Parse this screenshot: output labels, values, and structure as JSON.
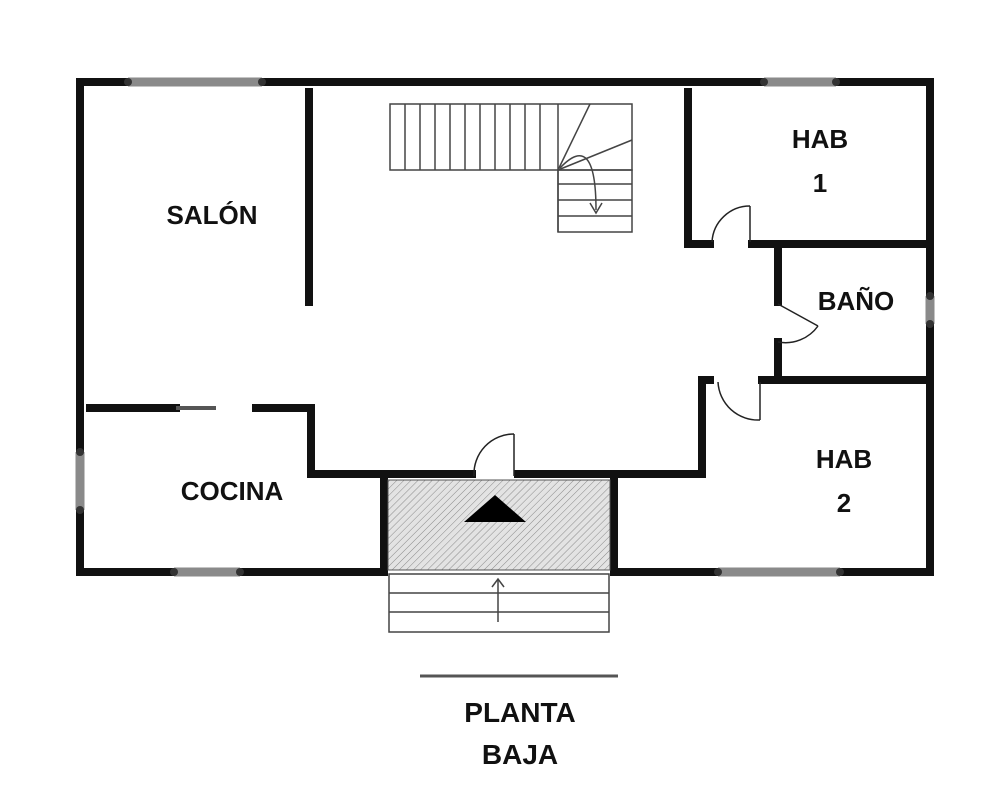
{
  "rooms": {
    "salon": "SALÓN",
    "hab1": [
      "HAB",
      "1"
    ],
    "bano": "BAÑO",
    "cocina": "COCINA",
    "hab2": [
      "HAB",
      "2"
    ]
  },
  "caption": [
    "PLANTA",
    "BAJA"
  ],
  "colors": {
    "wall": "#111111",
    "window": "#7f7f7f",
    "entry_fill": "#d9d9d9",
    "line": "#333333",
    "background": "#ffffff"
  }
}
